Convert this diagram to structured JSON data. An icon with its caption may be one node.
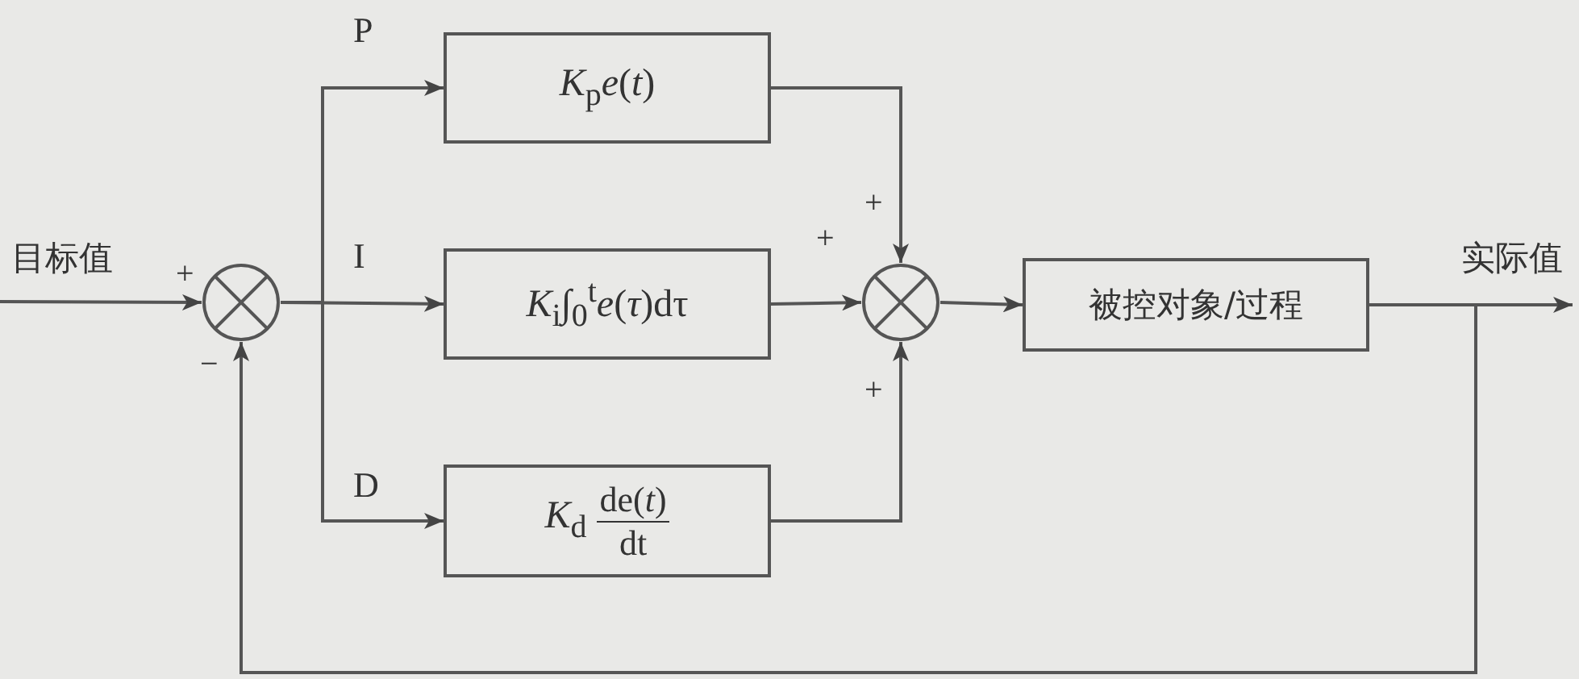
{
  "diagram": {
    "nodes": [
      {
        "text": [],
        "shape": "circle"
      },
      {
        "text": [
          "*K*$_{p}$*e*(*t*)"
        ]
      },
      {
        "text": [
          "*K*$_{i}$∫$_{0}$$^{t}$*e*(*τ*)dτ"
        ]
      },
      {
        "text": [
          "*K*$_{d}$",
          "de(*t*)",
          "dt"
        ]
      },
      {
        "text": [],
        "shape": "circle"
      },
      {
        "text": [
          "被控对象/过程"
        ]
      }
    ],
    "edges": [
      {
        "from": null,
        "to": 0,
        "arrow": "to",
        "label": "目标值"
      },
      {
        "from": 0,
        "to": 1,
        "arrow": "to",
        "label": "P"
      },
      {
        "from": 0,
        "to": 2,
        "arrow": "to",
        "label": "I"
      },
      {
        "from": 0,
        "to": 3,
        "arrow": "to",
        "label": "D"
      },
      {
        "from": 1,
        "to": 4,
        "arrow": "to"
      },
      {
        "from": 2,
        "to": 4,
        "arrow": "to"
      },
      {
        "from": 3,
        "to": 4,
        "arrow": "to"
      },
      {
        "from": 4,
        "to": 5,
        "arrow": "to"
      },
      {
        "from": 5,
        "to": null,
        "arrow": "to",
        "label": "实际值"
      },
      {
        "from": 5,
        "to": 0,
        "arrow": "to"
      }
    ],
    "labels": [
      "+",
      "−",
      "+",
      "+",
      "+"
    ]
  }
}
